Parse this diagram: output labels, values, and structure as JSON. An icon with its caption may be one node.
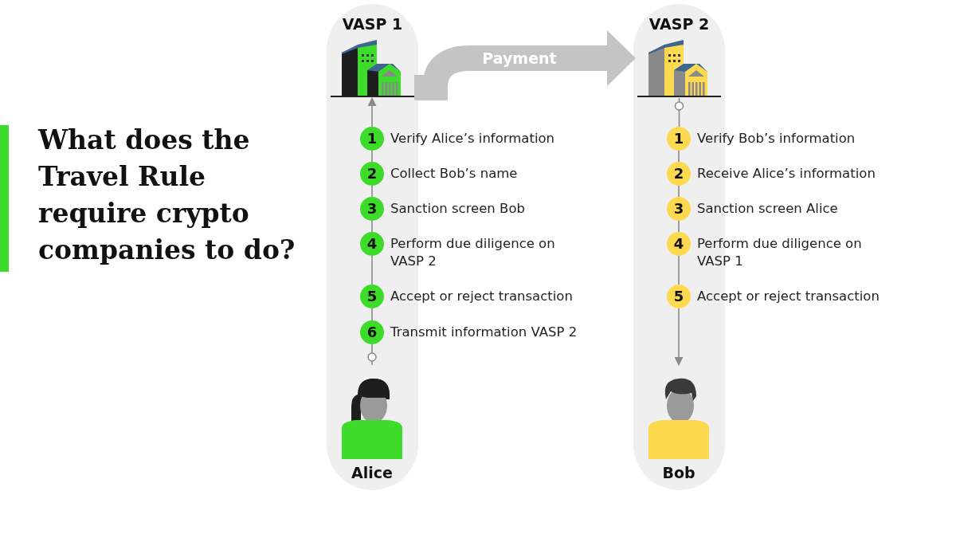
{
  "diagram": {
    "title": "What does the Travel Rule require crypto companies to do?",
    "nodes": [
      {
        "text": [
          "VASP 1"
        ]
      },
      {
        "text": [],
        "shape": "picture",
        "in": 0
      },
      {
        "text": [
          "1"
        ],
        "beside": [
          "Verify Alice’s information"
        ],
        "in": 0
      },
      {
        "text": [
          "2"
        ],
        "beside": [
          "Collect Bob’s name"
        ],
        "in": 0
      },
      {
        "text": [
          "3"
        ],
        "beside": [
          "Sanction screen Bob"
        ],
        "in": 0
      },
      {
        "text": [
          "4"
        ],
        "beside": [
          "Perform due diligence on VASP 2"
        ],
        "in": 0
      },
      {
        "text": [
          "5"
        ],
        "beside": [
          "Accept or reject transaction"
        ],
        "in": 0
      },
      {
        "text": [
          "6"
        ],
        "beside": [
          "Transmit information VASP 2"
        ],
        "in": 0
      },
      {
        "text": [
          "Alice"
        ],
        "in": 0
      },
      {
        "text": [
          "VASP 2"
        ]
      },
      {
        "text": [],
        "shape": "picture",
        "in": 9
      },
      {
        "text": [
          "1"
        ],
        "beside": [
          "Verify Bob’s information"
        ],
        "in": 9
      },
      {
        "text": [
          "2"
        ],
        "beside": [
          "Receive Alice’s information"
        ],
        "in": 9
      },
      {
        "text": [
          "3"
        ],
        "beside": [
          "Sanction screen Alice"
        ],
        "in": 9
      },
      {
        "text": [
          "4"
        ],
        "beside": [
          "Perform due diligence on VASP 1"
        ],
        "in": 9
      },
      {
        "text": [
          "5"
        ],
        "beside": [
          "Accept or reject transaction"
        ],
        "in": 9
      },
      {
        "text": [
          "Bob"
        ],
        "in": 9
      }
    ],
    "edges": [
      {
        "from": 8,
        "to": 7,
        "arrow": "other"
      },
      {
        "from": 7,
        "to": 6,
        "arrow": "none"
      },
      {
        "from": 6,
        "to": 5,
        "arrow": "none"
      },
      {
        "from": 5,
        "to": 4,
        "arrow": "none"
      },
      {
        "from": 4,
        "to": 3,
        "arrow": "none"
      },
      {
        "from": 3,
        "to": 2,
        "arrow": "none"
      },
      {
        "from": 2,
        "to": 1,
        "arrow": "to"
      },
      {
        "from": 10,
        "to": 11,
        "arrow": "other"
      },
      {
        "from": 11,
        "to": 12,
        "arrow": "none"
      },
      {
        "from": 12,
        "to": 13,
        "arrow": "none"
      },
      {
        "from": 13,
        "to": 14,
        "arrow": "none"
      },
      {
        "from": 14,
        "to": 15,
        "arrow": "none"
      },
      {
        "from": 15,
        "to": 16,
        "arrow": "to"
      },
      {
        "from": 1,
        "to": 10,
        "arrow": "to",
        "label": "Payment",
        "style": "thick",
        "color": "#c4c4c4"
      }
    ]
  }
}
